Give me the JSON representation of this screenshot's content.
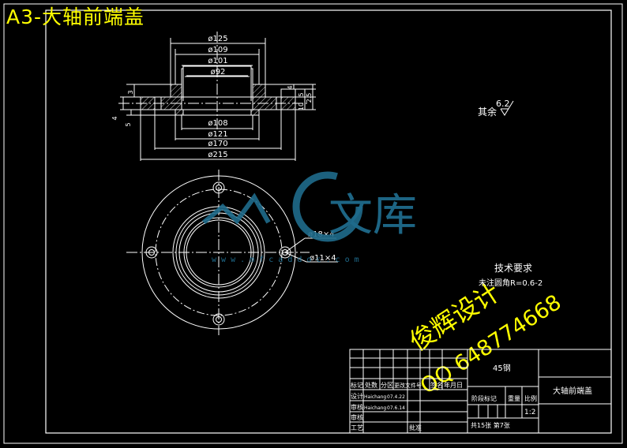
{
  "page_title": "A3-大轴前端盖",
  "watermark": {
    "brand_text": "文库",
    "site_text": "w w w . m f c a d d o c . c o m",
    "designer_text": "俊辉设计",
    "qq_text": "QQ 648774668"
  },
  "section_view": {
    "dims": {
      "d125": "ø125",
      "d109": "ø109",
      "d101": "ø101",
      "d92": "ø92",
      "d108": "ø108",
      "d121": "ø121",
      "d170": "ø170",
      "d215": "ø215",
      "left_3": "3",
      "left_4": "4",
      "left_5": "5",
      "right_4": "4",
      "right_5": "5",
      "right_10": "10",
      "right_2_5": "2.5"
    }
  },
  "plan_view": {
    "callout_holes_18": "ø18×4",
    "callout_holes_11": "ø11×4"
  },
  "surface_finish": {
    "label": "其余",
    "value": "6.2"
  },
  "tech_requirements": {
    "title": "技术要求",
    "line1": "未注圆角R=0.6-2"
  },
  "title_block": {
    "material": "45钢",
    "part_name": "大轴前端盖",
    "header_labels": [
      "标记",
      "处数",
      "分区",
      "更改文件号",
      "签名",
      "年月日"
    ],
    "row_design": "设计",
    "row_check": "审核",
    "row_tech": "审核",
    "row_craft": "工艺",
    "row_approve": "批准",
    "design_person": "Haichang",
    "design_date": "07.4.22",
    "check_person": "Haichang",
    "check_date": "07.6.14",
    "stage_label": "阶段标记",
    "weight_label": "重量",
    "scale_label": "比例",
    "scale_value": "1:2",
    "sheets_text": "共15张 第7张"
  }
}
